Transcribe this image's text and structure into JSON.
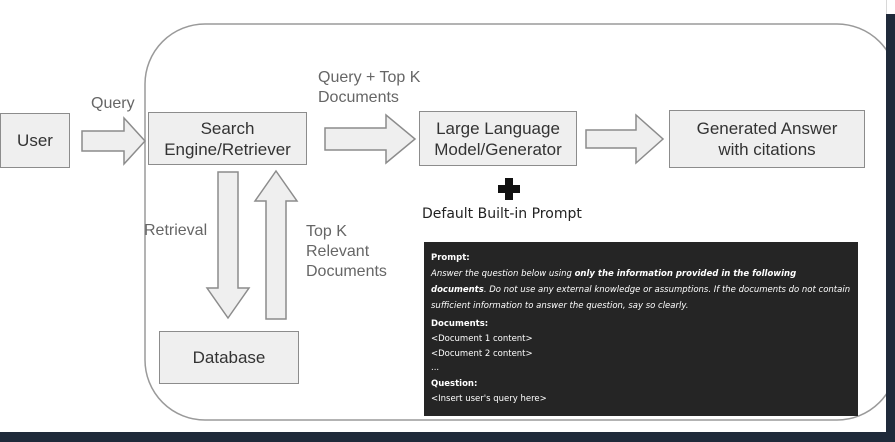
{
  "nodes": {
    "user": "User",
    "search_engine": [
      "Search",
      "Engine/Retriever"
    ],
    "llm": [
      "Large Language",
      "Model/Generator"
    ],
    "answer": [
      "Generated Answer",
      "with citations"
    ],
    "database": "Database"
  },
  "edge_labels": {
    "query": "Query",
    "query_topk": [
      "Query + Top K",
      "Documents"
    ],
    "retrieval": "Retrieval",
    "topk_relevant": [
      "Top K",
      "Relevant",
      "Documents"
    ]
  },
  "plus_caption": "Default Built-in Prompt",
  "prompt_box": {
    "prompt_heading": "Prompt:",
    "instruction_before": "Answer the question below using ",
    "instruction_bold": "only the information provided in the following documents",
    "instruction_after": ". Do not use any external knowledge or assumptions. If the documents do not contain sufficient information to answer the question, say so clearly.",
    "documents_heading": "Documents:",
    "doc1": "<Document 1 content>",
    "doc2": "<Document 2 content>",
    "ellipsis": "...",
    "question_heading": "Question:",
    "question_placeholder": "<Insert user's query here>"
  },
  "icons": {
    "plus": "plus-icon",
    "arrow": "block-arrow"
  },
  "colors": {
    "box_fill": "#efefef",
    "box_border": "#8c8c8c",
    "prompt_bg": "#252525",
    "frame_bar": "#1f2a3a"
  }
}
